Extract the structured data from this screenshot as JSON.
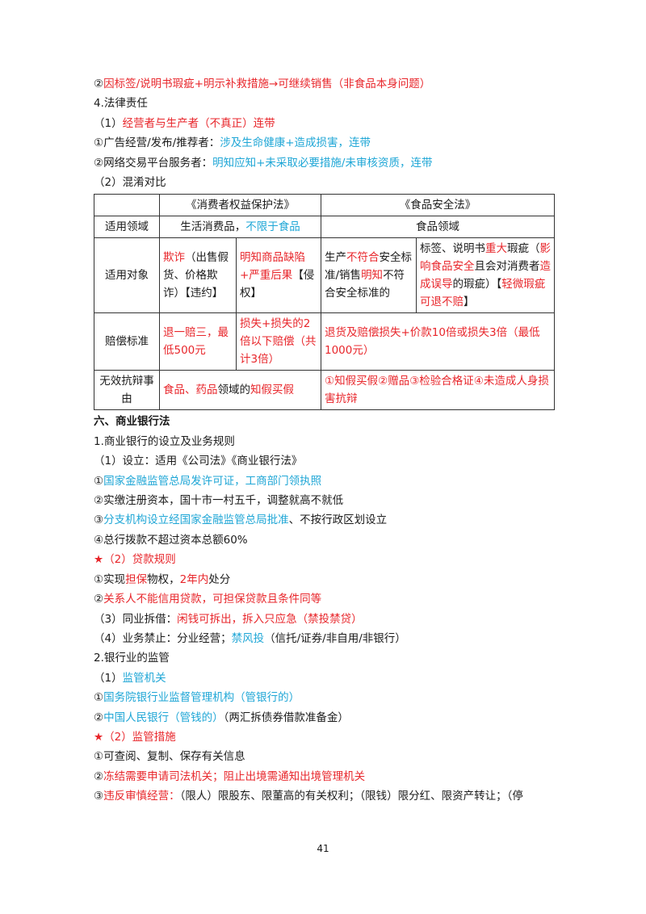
{
  "lines_top": [
    {
      "name": "line-label-remedy",
      "parts": [
        {
          "t": "②",
          "c": "k"
        },
        {
          "t": "因标签/说明书瑕疵+明示补救措施→可继续销售（非食品本身问题）",
          "c": "r"
        }
      ]
    },
    {
      "name": "heading-legal-liability",
      "parts": [
        {
          "t": "4.法律责任",
          "c": "k"
        }
      ]
    },
    {
      "name": "line-joint-liability",
      "parts": [
        {
          "t": "（1）",
          "c": "k"
        },
        {
          "t": "经营者与生产者（不真正）连带",
          "c": "r"
        }
      ]
    },
    {
      "name": "line-advertiser",
      "parts": [
        {
          "t": "①广告经营/发布/推荐者：",
          "c": "k"
        },
        {
          "t": "涉及生命健康+造成损害，连带",
          "c": "b"
        }
      ]
    },
    {
      "name": "line-platform",
      "parts": [
        {
          "t": "②网络交易平台服务者：",
          "c": "k"
        },
        {
          "t": "明知应知+未采取必要措施/未审核资质，连带",
          "c": "b"
        }
      ]
    },
    {
      "name": "line-confusion-compare",
      "parts": [
        {
          "t": "（2）混淆对比",
          "c": "k"
        }
      ]
    }
  ],
  "table": {
    "header": {
      "left": "《消费者权益保护法》",
      "right": "《食品安全法》"
    },
    "scope": {
      "label": "适用领域",
      "left": [
        {
          "t": "生活消费品，",
          "c": "k"
        },
        {
          "t": "不限于食品",
          "c": "b"
        }
      ],
      "right": [
        {
          "t": "食品领域",
          "c": "k"
        }
      ]
    },
    "objects": {
      "label": "适用对象",
      "c1": [
        {
          "t": "欺诈",
          "c": "r"
        },
        {
          "t": "（出售假货、价格欺诈）【违约】",
          "c": "k"
        }
      ],
      "c2": [
        {
          "t": "明知商品缺陷+严重后果",
          "c": "r"
        },
        {
          "t": "【侵权】",
          "c": "k"
        }
      ],
      "c3": [
        {
          "t": "生产",
          "c": "k"
        },
        {
          "t": "不符合",
          "c": "r"
        },
        {
          "t": "安全标准/销售",
          "c": "k"
        },
        {
          "t": "明知",
          "c": "r"
        },
        {
          "t": "不符合安全标准的",
          "c": "k"
        }
      ],
      "c4": [
        {
          "t": "标签、说明书",
          "c": "k"
        },
        {
          "t": "重大",
          "c": "r"
        },
        {
          "t": "瑕疵（",
          "c": "k"
        },
        {
          "t": "影响食品安全",
          "c": "r"
        },
        {
          "t": "且会对消费者",
          "c": "k"
        },
        {
          "t": "造成误导",
          "c": "r"
        },
        {
          "t": "的瑕疵）",
          "c": "k"
        },
        {
          "t": "【",
          "c": "k"
        },
        {
          "t": "轻微瑕疵可退不赔",
          "c": "r"
        },
        {
          "t": "】",
          "c": "k"
        }
      ]
    },
    "compensation": {
      "label": "赔偿标准",
      "c1": [
        {
          "t": "退一赔三，最低500元",
          "c": "r"
        }
      ],
      "c2": [
        {
          "t": "损失+损失的2倍以下赔偿（共计3倍）",
          "c": "r"
        }
      ],
      "right": [
        {
          "t": "退货及赔偿损失+价款10倍或损失3倍（最低1000元）",
          "c": "r"
        }
      ]
    },
    "invalid_defense": {
      "label": "无效抗辩事由",
      "left": [
        {
          "t": "食品、药品",
          "c": "r"
        },
        {
          "t": "领域的",
          "c": "k"
        },
        {
          "t": "知假买假",
          "c": "r"
        }
      ],
      "right": [
        {
          "t": "①知假买假②赠品③检验合格证④未造成人身损害抗辩",
          "c": "r"
        }
      ]
    }
  },
  "lines_bottom": [
    {
      "name": "section-commercial-bank-law",
      "bold": true,
      "parts": [
        {
          "t": "六、商业银行法",
          "c": "k"
        }
      ]
    },
    {
      "name": "heading-establishment-rules",
      "parts": [
        {
          "t": "1.商业银行的设立及业务规则",
          "c": "k"
        }
      ]
    },
    {
      "name": "line-establishment",
      "parts": [
        {
          "t": "（1）设立：适用《公司法》《商业银行法》",
          "c": "k"
        }
      ]
    },
    {
      "name": "line-license",
      "parts": [
        {
          "t": "①",
          "c": "k"
        },
        {
          "t": "国家金融监管总局发许可证，工商部门领执照",
          "c": "b"
        }
      ]
    },
    {
      "name": "line-capital",
      "parts": [
        {
          "t": "②实缴注册资本，国十市一村五千，调整就高不就低",
          "c": "k"
        }
      ]
    },
    {
      "name": "line-branch",
      "parts": [
        {
          "t": "③",
          "c": "k"
        },
        {
          "t": "分支机构设立经国家金融监管总局批准",
          "c": "b"
        },
        {
          "t": "、不按行政区划设立",
          "c": "k"
        }
      ]
    },
    {
      "name": "line-allocation",
      "parts": [
        {
          "t": "④总行拨款不超过资本总额60%",
          "c": "k"
        }
      ]
    },
    {
      "name": "line-loan-rules",
      "parts": [
        {
          "t": "★（2）贷款规则",
          "c": "r"
        }
      ]
    },
    {
      "name": "line-collateral",
      "parts": [
        {
          "t": "①实现",
          "c": "k"
        },
        {
          "t": "担保",
          "c": "r"
        },
        {
          "t": "物权，",
          "c": "k"
        },
        {
          "t": "2年内",
          "c": "r"
        },
        {
          "t": "处分",
          "c": "k"
        }
      ]
    },
    {
      "name": "line-related-party",
      "parts": [
        {
          "t": "②",
          "c": "k"
        },
        {
          "t": "关系人不能信用贷款，可担保贷款且条件同等",
          "c": "r"
        }
      ]
    },
    {
      "name": "line-interbank",
      "parts": [
        {
          "t": "（3）同业拆借：",
          "c": "k"
        },
        {
          "t": "闲钱可拆出，拆入只应急（禁投禁贷）",
          "c": "r"
        }
      ]
    },
    {
      "name": "line-prohibitions",
      "parts": [
        {
          "t": "（4）业务禁止：分业经营；",
          "c": "k"
        },
        {
          "t": "禁风投",
          "c": "b"
        },
        {
          "t": "（信托/证券/非自用/非银行）",
          "c": "k"
        }
      ]
    },
    {
      "name": "heading-supervision",
      "parts": [
        {
          "t": "2.银行业的监管",
          "c": "k"
        }
      ]
    },
    {
      "name": "line-regulators",
      "parts": [
        {
          "t": "（1）",
          "c": "k"
        },
        {
          "t": "监管机关",
          "c": "b"
        }
      ]
    },
    {
      "name": "line-state-council",
      "parts": [
        {
          "t": "①",
          "c": "k"
        },
        {
          "t": "国务院银行业监督管理机构（管银行的）",
          "c": "b"
        }
      ]
    },
    {
      "name": "line-pboc",
      "parts": [
        {
          "t": "②",
          "c": "k"
        },
        {
          "t": "中国人民银行（管钱的）",
          "c": "b"
        },
        {
          "t": "（两汇拆债券借款准备金）",
          "c": "k"
        }
      ]
    },
    {
      "name": "line-measures",
      "parts": [
        {
          "t": "★（2）监管措施",
          "c": "r"
        }
      ]
    },
    {
      "name": "line-inspect",
      "parts": [
        {
          "t": "①可查阅、复制、保存有关信息",
          "c": "k"
        }
      ]
    },
    {
      "name": "line-freeze",
      "parts": [
        {
          "t": "②",
          "c": "k"
        },
        {
          "t": "冻结需要申请司法机关；阻止出境需通知出境管理机关",
          "c": "r"
        }
      ]
    },
    {
      "name": "line-prudential",
      "parts": [
        {
          "t": "③",
          "c": "k"
        },
        {
          "t": "违反审慎经营：",
          "c": "r"
        },
        {
          "t": "（限人）限股东、限董高的有关权利；（限钱）限分红、限资产转让；（停",
          "c": "k"
        }
      ]
    }
  ],
  "page_number": "41",
  "colors": {
    "red": "#e8262b",
    "blue": "#1ea6d6",
    "text": "#1a1a1a"
  }
}
